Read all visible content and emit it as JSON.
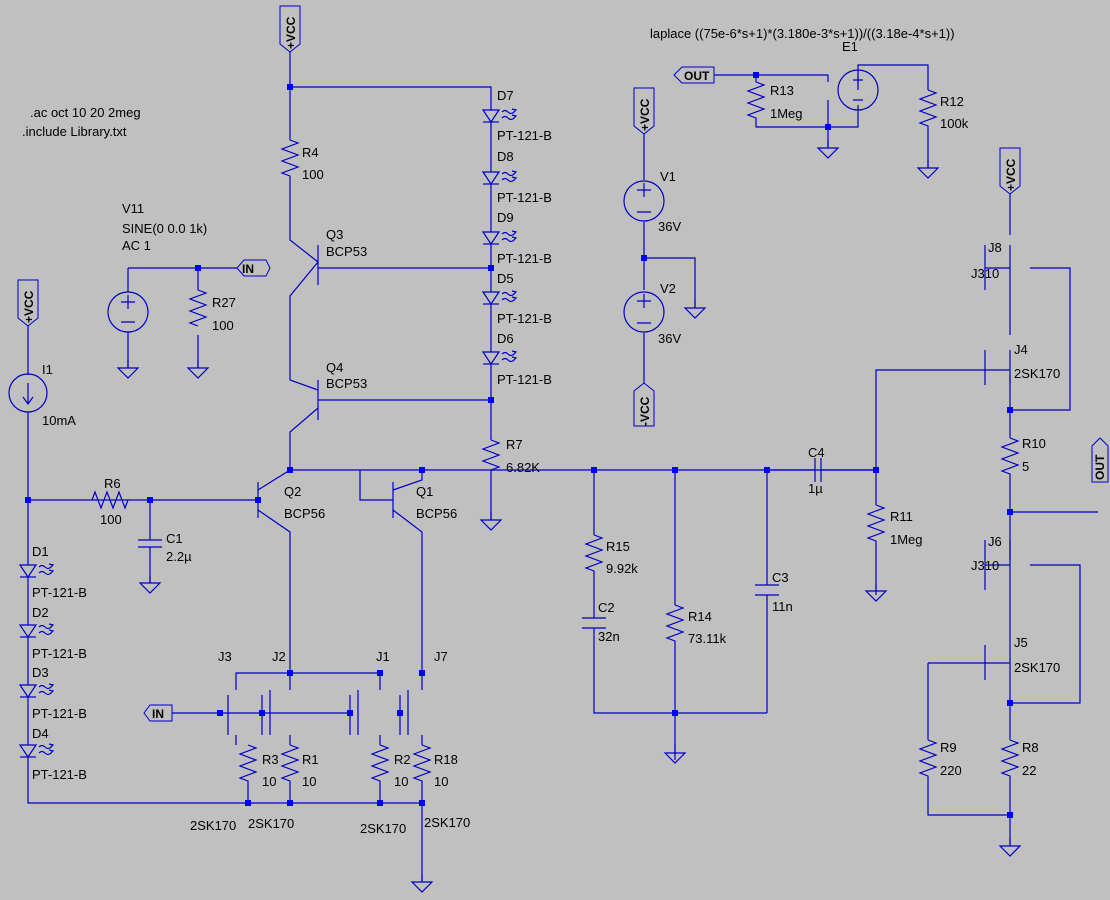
{
  "directives": {
    "ac": ".ac oct 10 20 2meg",
    "include": ".include Library.txt",
    "laplace": "laplace ((75e-6*s+1)*(3.180e-3*s+1))/((3.18e-4*s+1))"
  },
  "nets": {
    "vcc": "+VCC",
    "nvcc": "-VCC",
    "in": "IN",
    "out": "OUT"
  },
  "components": {
    "V11": {
      "name": "V11",
      "value": "SINE(0 0.0 1k)",
      "extra": "AC 1"
    },
    "R27": {
      "name": "R27",
      "value": "100"
    },
    "I1": {
      "name": "I1",
      "value": "10mA"
    },
    "R4": {
      "name": "R4",
      "value": "100"
    },
    "Q3": {
      "name": "Q3",
      "value": "BCP53"
    },
    "Q4": {
      "name": "Q4",
      "value": "BCP53"
    },
    "Q2": {
      "name": "Q2",
      "value": "BCP56"
    },
    "Q1": {
      "name": "Q1",
      "value": "BCP56"
    },
    "R6": {
      "name": "R6",
      "value": "100"
    },
    "C1": {
      "name": "C1",
      "value": "2.2µ"
    },
    "D1": {
      "name": "D1",
      "value": "PT-121-B"
    },
    "D2": {
      "name": "D2",
      "value": "PT-121-B"
    },
    "D3": {
      "name": "D3",
      "value": "PT-121-B"
    },
    "D4": {
      "name": "D4",
      "value": "PT-121-B"
    },
    "D7": {
      "name": "D7",
      "value": "PT-121-B"
    },
    "D8": {
      "name": "D8",
      "value": "PT-121-B"
    },
    "D9": {
      "name": "D9",
      "value": "PT-121-B"
    },
    "D5": {
      "name": "D5",
      "value": "PT-121-B"
    },
    "D6": {
      "name": "D6",
      "value": "PT-121-B"
    },
    "R7": {
      "name": "R7",
      "value": "6.82K"
    },
    "J3": {
      "name": "J3",
      "value": "2SK170"
    },
    "J2": {
      "name": "J2",
      "value": "2SK170"
    },
    "J1": {
      "name": "J1",
      "value": "2SK170"
    },
    "J7": {
      "name": "J7",
      "value": "2SK170"
    },
    "R3": {
      "name": "R3",
      "value": "10"
    },
    "R1": {
      "name": "R1",
      "value": "10"
    },
    "R2": {
      "name": "R2",
      "value": "10"
    },
    "R18": {
      "name": "R18",
      "value": "10"
    },
    "R15": {
      "name": "R15",
      "value": "9.92k"
    },
    "C2": {
      "name": "C2",
      "value": "32n"
    },
    "R14": {
      "name": "R14",
      "value": "73.11k"
    },
    "C3": {
      "name": "C3",
      "value": "11n"
    },
    "C4": {
      "name": "C4",
      "value": "1µ"
    },
    "R11": {
      "name": "R11",
      "value": "1Meg"
    },
    "V1": {
      "name": "V1",
      "value": "36V"
    },
    "V2": {
      "name": "V2",
      "value": "36V"
    },
    "E1": {
      "name": "E1"
    },
    "R13": {
      "name": "R13",
      "value": "1Meg"
    },
    "R12": {
      "name": "R12",
      "value": "100k"
    },
    "J8": {
      "name": "J8",
      "value": "J310"
    },
    "J4": {
      "name": "J4",
      "value": "2SK170"
    },
    "R10": {
      "name": "R10",
      "value": "5"
    },
    "J6": {
      "name": "J6",
      "value": "J310"
    },
    "J5": {
      "name": "J5",
      "value": "2SK170"
    },
    "R9": {
      "name": "R9",
      "value": "220"
    },
    "R8": {
      "name": "R8",
      "value": "22"
    }
  }
}
